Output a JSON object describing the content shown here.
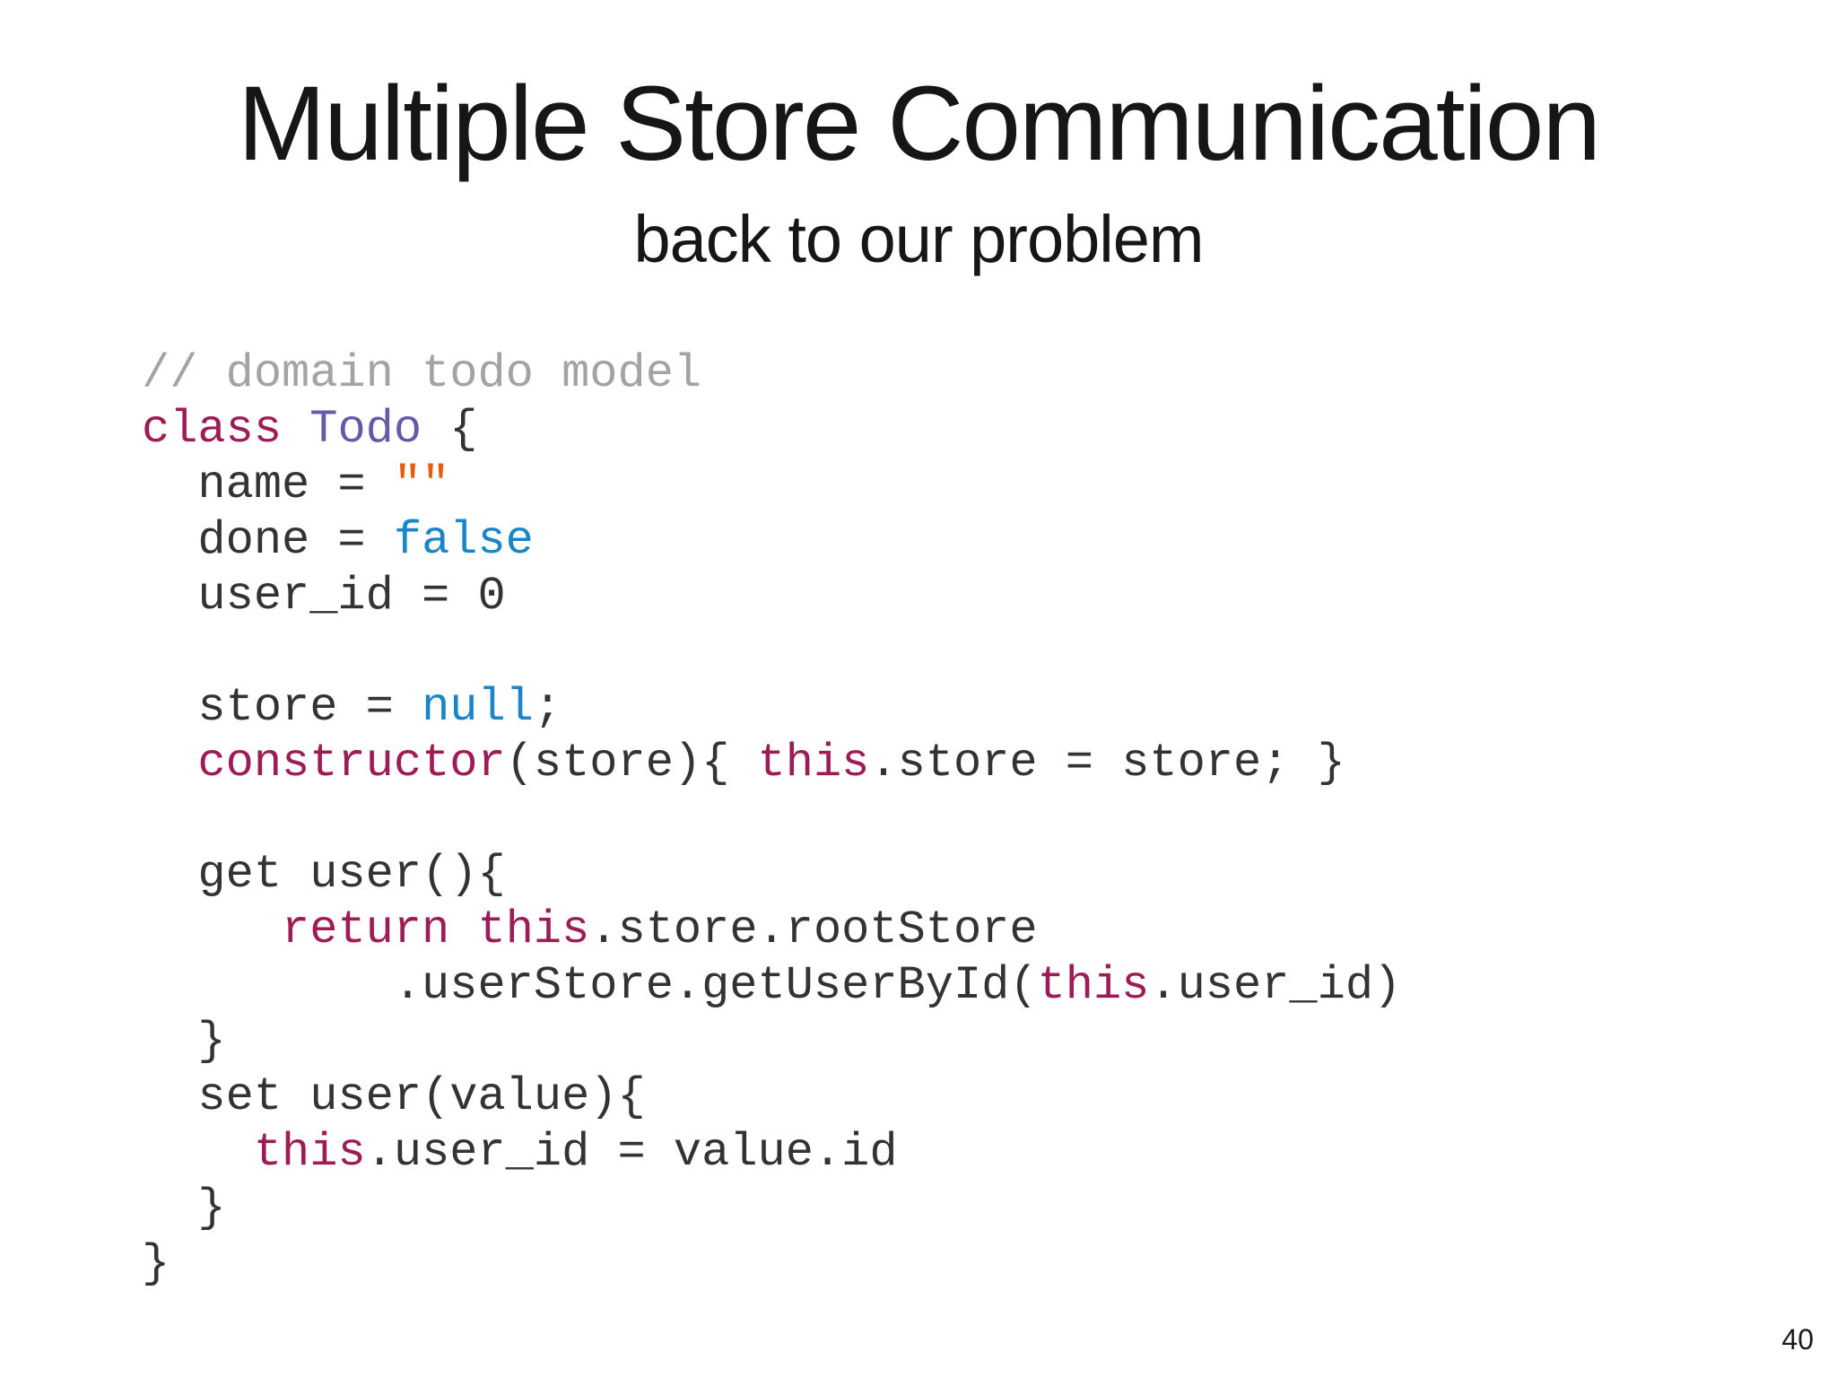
{
  "slide": {
    "title": "Multiple Store Communication",
    "subtitle": "back to our problem",
    "page_number": "40"
  },
  "colors": {
    "background": "#ffffff",
    "heading_text": "#161616",
    "code_text": "#333333",
    "comment": "#a3a3a3",
    "keyword": "#9e1c56",
    "class_name": "#6858a8",
    "constant": "#1a86c8",
    "string": "#e55d0c"
  },
  "code": {
    "lines": [
      [
        {
          "type": "comment",
          "text": "// domain todo model"
        }
      ],
      [
        {
          "type": "keyword",
          "text": "class"
        },
        {
          "type": "plain",
          "text": " "
        },
        {
          "type": "class",
          "text": "Todo"
        },
        {
          "type": "plain",
          "text": " {"
        }
      ],
      [
        {
          "type": "plain",
          "text": "  name = "
        },
        {
          "type": "string",
          "text": "\"\""
        }
      ],
      [
        {
          "type": "plain",
          "text": "  done = "
        },
        {
          "type": "constant",
          "text": "false"
        }
      ],
      [
        {
          "type": "plain",
          "text": "  user_id = 0"
        }
      ],
      [],
      [
        {
          "type": "plain",
          "text": "  store = "
        },
        {
          "type": "constant",
          "text": "null"
        },
        {
          "type": "plain",
          "text": ";"
        }
      ],
      [
        {
          "type": "plain",
          "text": "  "
        },
        {
          "type": "keyword",
          "text": "constructor"
        },
        {
          "type": "plain",
          "text": "(store){ "
        },
        {
          "type": "keyword",
          "text": "this"
        },
        {
          "type": "plain",
          "text": ".store = store; }"
        }
      ],
      [],
      [
        {
          "type": "plain",
          "text": "  get user(){"
        }
      ],
      [
        {
          "type": "plain",
          "text": "     "
        },
        {
          "type": "keyword",
          "text": "return"
        },
        {
          "type": "plain",
          "text": " "
        },
        {
          "type": "keyword",
          "text": "this"
        },
        {
          "type": "plain",
          "text": ".store.rootStore"
        }
      ],
      [
        {
          "type": "plain",
          "text": "         .userStore.getUserById("
        },
        {
          "type": "keyword",
          "text": "this"
        },
        {
          "type": "plain",
          "text": ".user_id)"
        }
      ],
      [
        {
          "type": "plain",
          "text": "  }"
        }
      ],
      [
        {
          "type": "plain",
          "text": "  set user(value){"
        }
      ],
      [
        {
          "type": "plain",
          "text": "    "
        },
        {
          "type": "keyword",
          "text": "this"
        },
        {
          "type": "plain",
          "text": ".user_id = value.id"
        }
      ],
      [
        {
          "type": "plain",
          "text": "  }"
        }
      ],
      [
        {
          "type": "plain",
          "text": "}"
        }
      ]
    ]
  }
}
